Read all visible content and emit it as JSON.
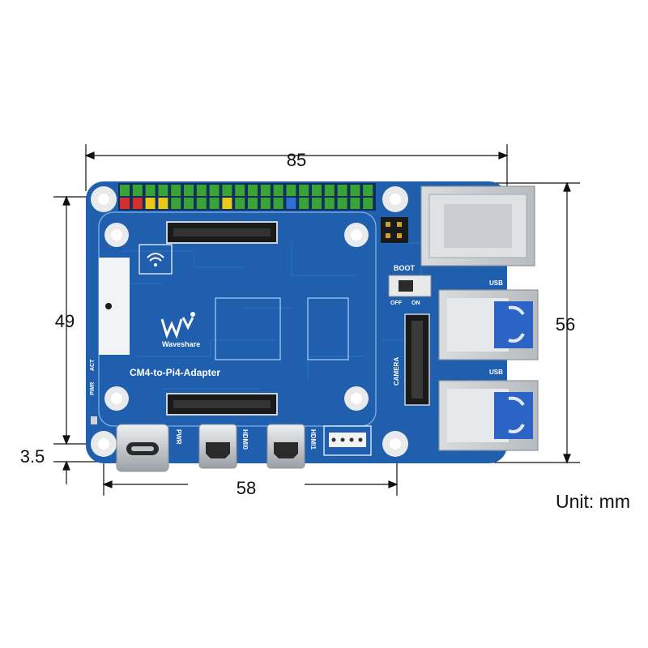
{
  "board": {
    "title": "CM4-to-Pi4-Adapter",
    "brand": "Waveshare",
    "labels": {
      "boot": "BOOT",
      "off": "OFF",
      "on": "ON",
      "usb_top": "USB",
      "usb_bottom": "USB",
      "camera": "CAMERA",
      "pwr_port": "PWR",
      "hdmi0": "HDMI0",
      "hdmi1": "HDMI1",
      "pwr_led": "PWR",
      "act_led": "ACT"
    },
    "colors": {
      "pcb": "#1f5fae",
      "pcb_dark": "#1a4f96",
      "trace": "#2e74c6",
      "header_green": "#3aa335",
      "header_red": "#d32f2f",
      "header_yellow": "#e8c81a",
      "header_blue": "#2f6fd6",
      "metal": "#cfd3d8"
    }
  },
  "dimensions": {
    "width_label": "85",
    "height_label": "56",
    "inner_height_label": "49",
    "offset_label": "3.5",
    "hole_span_label": "58",
    "unit_label": "Unit: mm"
  }
}
